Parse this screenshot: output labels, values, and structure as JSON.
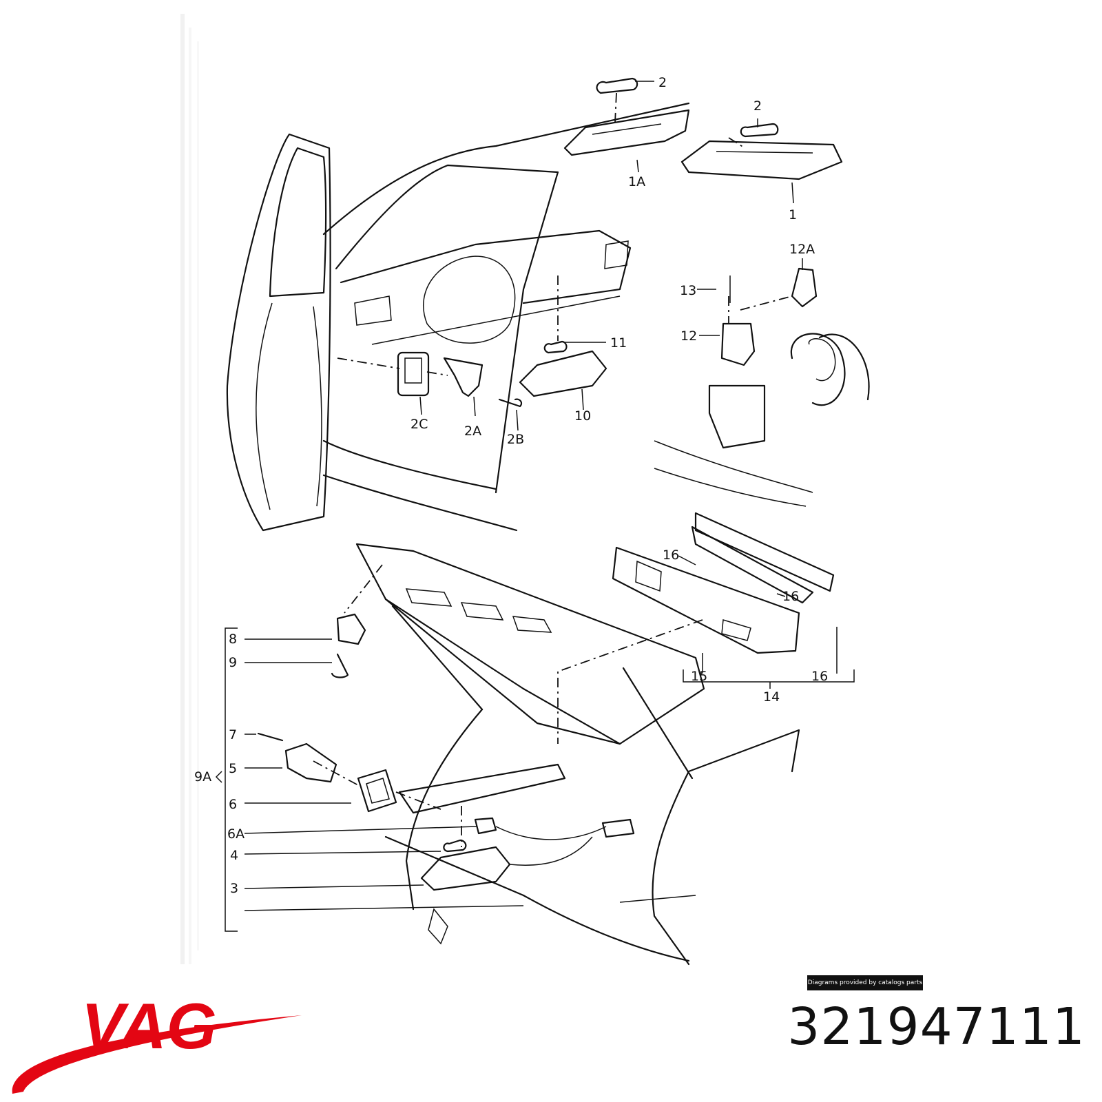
{
  "callouts": [
    {
      "id": "c2a",
      "text": "2"
    },
    {
      "id": "c2b",
      "text": "2"
    },
    {
      "id": "c1a",
      "text": "1A"
    },
    {
      "id": "c1",
      "text": "1"
    },
    {
      "id": "c12a",
      "text": "12A"
    },
    {
      "id": "c13",
      "text": "13"
    },
    {
      "id": "c12",
      "text": "12"
    },
    {
      "id": "c11",
      "text": "11"
    },
    {
      "id": "c10",
      "text": "10"
    },
    {
      "id": "c2c",
      "text": "2C"
    },
    {
      "id": "c2aa",
      "text": "2A"
    },
    {
      "id": "c2bb",
      "text": "2B"
    },
    {
      "id": "c16a",
      "text": "16"
    },
    {
      "id": "c16b",
      "text": "16"
    },
    {
      "id": "c15",
      "text": "15"
    },
    {
      "id": "c16c",
      "text": "16"
    },
    {
      "id": "c14",
      "text": "14"
    },
    {
      "id": "c8",
      "text": "8"
    },
    {
      "id": "c9",
      "text": "9"
    },
    {
      "id": "c7",
      "text": "7"
    },
    {
      "id": "c9a",
      "text": "9A"
    },
    {
      "id": "c5",
      "text": "5"
    },
    {
      "id": "c6",
      "text": "6"
    },
    {
      "id": "c6a",
      "text": "6A"
    },
    {
      "id": "c4",
      "text": "4"
    },
    {
      "id": "c3",
      "text": "3"
    }
  ],
  "credit": "Diagrams provided by catalogs parts",
  "brand": {
    "logo_text": "VAG",
    "logo_color": "#e30613"
  },
  "part_number": "321947111"
}
